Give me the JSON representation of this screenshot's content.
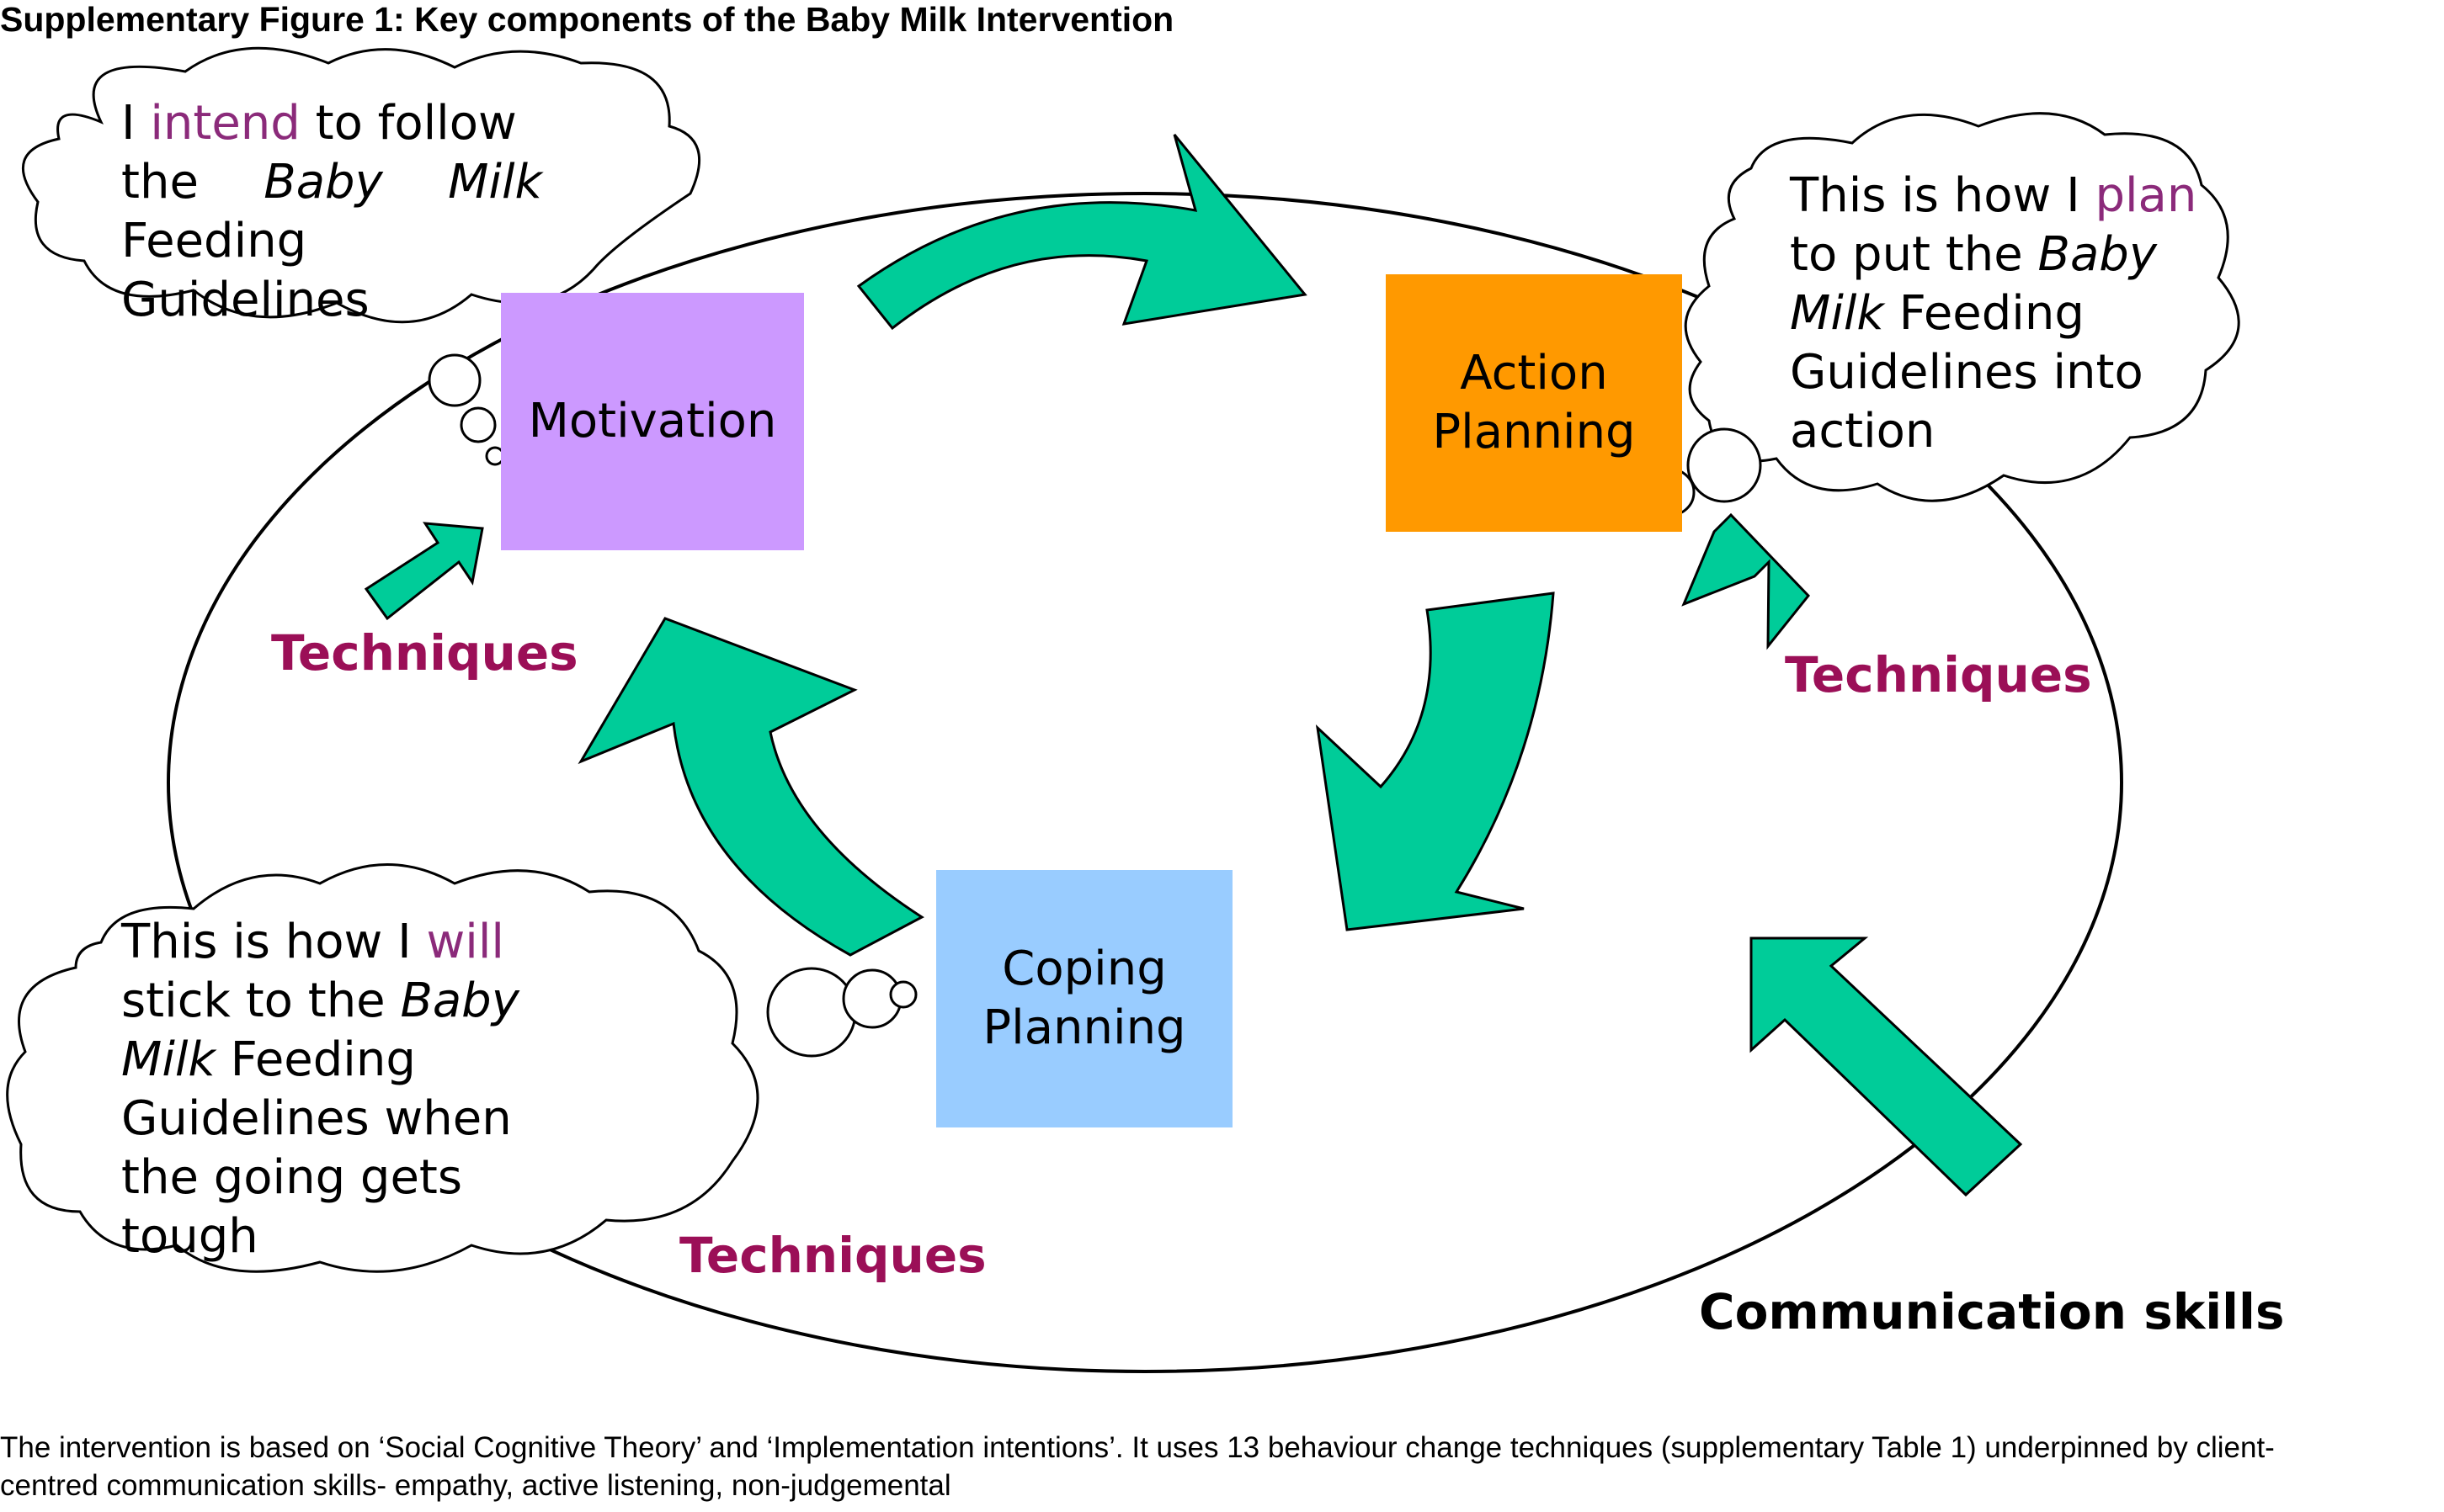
{
  "title": "Supplementary Figure 1: Key components of the Baby Milk Intervention",
  "boxes": {
    "motivation": {
      "label": "Motivation",
      "color": "#cc99ff"
    },
    "action": {
      "line1": "Action",
      "line2": "Planning",
      "color": "#ff9900"
    },
    "coping": {
      "line1": "Coping",
      "line2": "Planning",
      "color": "#99ccff"
    }
  },
  "thoughts": {
    "motivation": {
      "l1_pre": "I ",
      "l1_hl": "intend",
      "l1_post": " to follow",
      "l2_a": "the",
      "l2_b": "Baby",
      "l2_c": "Milk",
      "l3": "Feeding",
      "l4": "Guidelines"
    },
    "action": {
      "l1_pre": "This is how I ",
      "l1_hl": "plan",
      "l2_pre": "to put the ",
      "l2_it": "Baby",
      "l3_it": "Milk",
      "l3_post": " Feeding",
      "l4": "Guidelines into",
      "l5": "action"
    },
    "coping": {
      "l1_pre": "This is how I ",
      "l1_hl": "will",
      "l2_pre": "stick to the ",
      "l2_it": "Baby",
      "l3_it": "Milk",
      "l3_post": " Feeding",
      "l4": "Guidelines when",
      "l5": "the going gets",
      "l6": "tough"
    }
  },
  "techniques_label": "Techniques",
  "communication_label": "Communication skills",
  "caption": {
    "line1": "The intervention is based on ‘Social Cognitive Theory’ and ‘Implementation intentions’. It uses 13 behaviour change techniques (supplementary Table 1) underpinned by client-",
    "line2": "centred communication skills- empathy, active listening, non-judgemental"
  },
  "colors": {
    "arrow": "#00cc99",
    "technique_text": "#9b0f57",
    "highlight_text": "#8b2a7a"
  }
}
